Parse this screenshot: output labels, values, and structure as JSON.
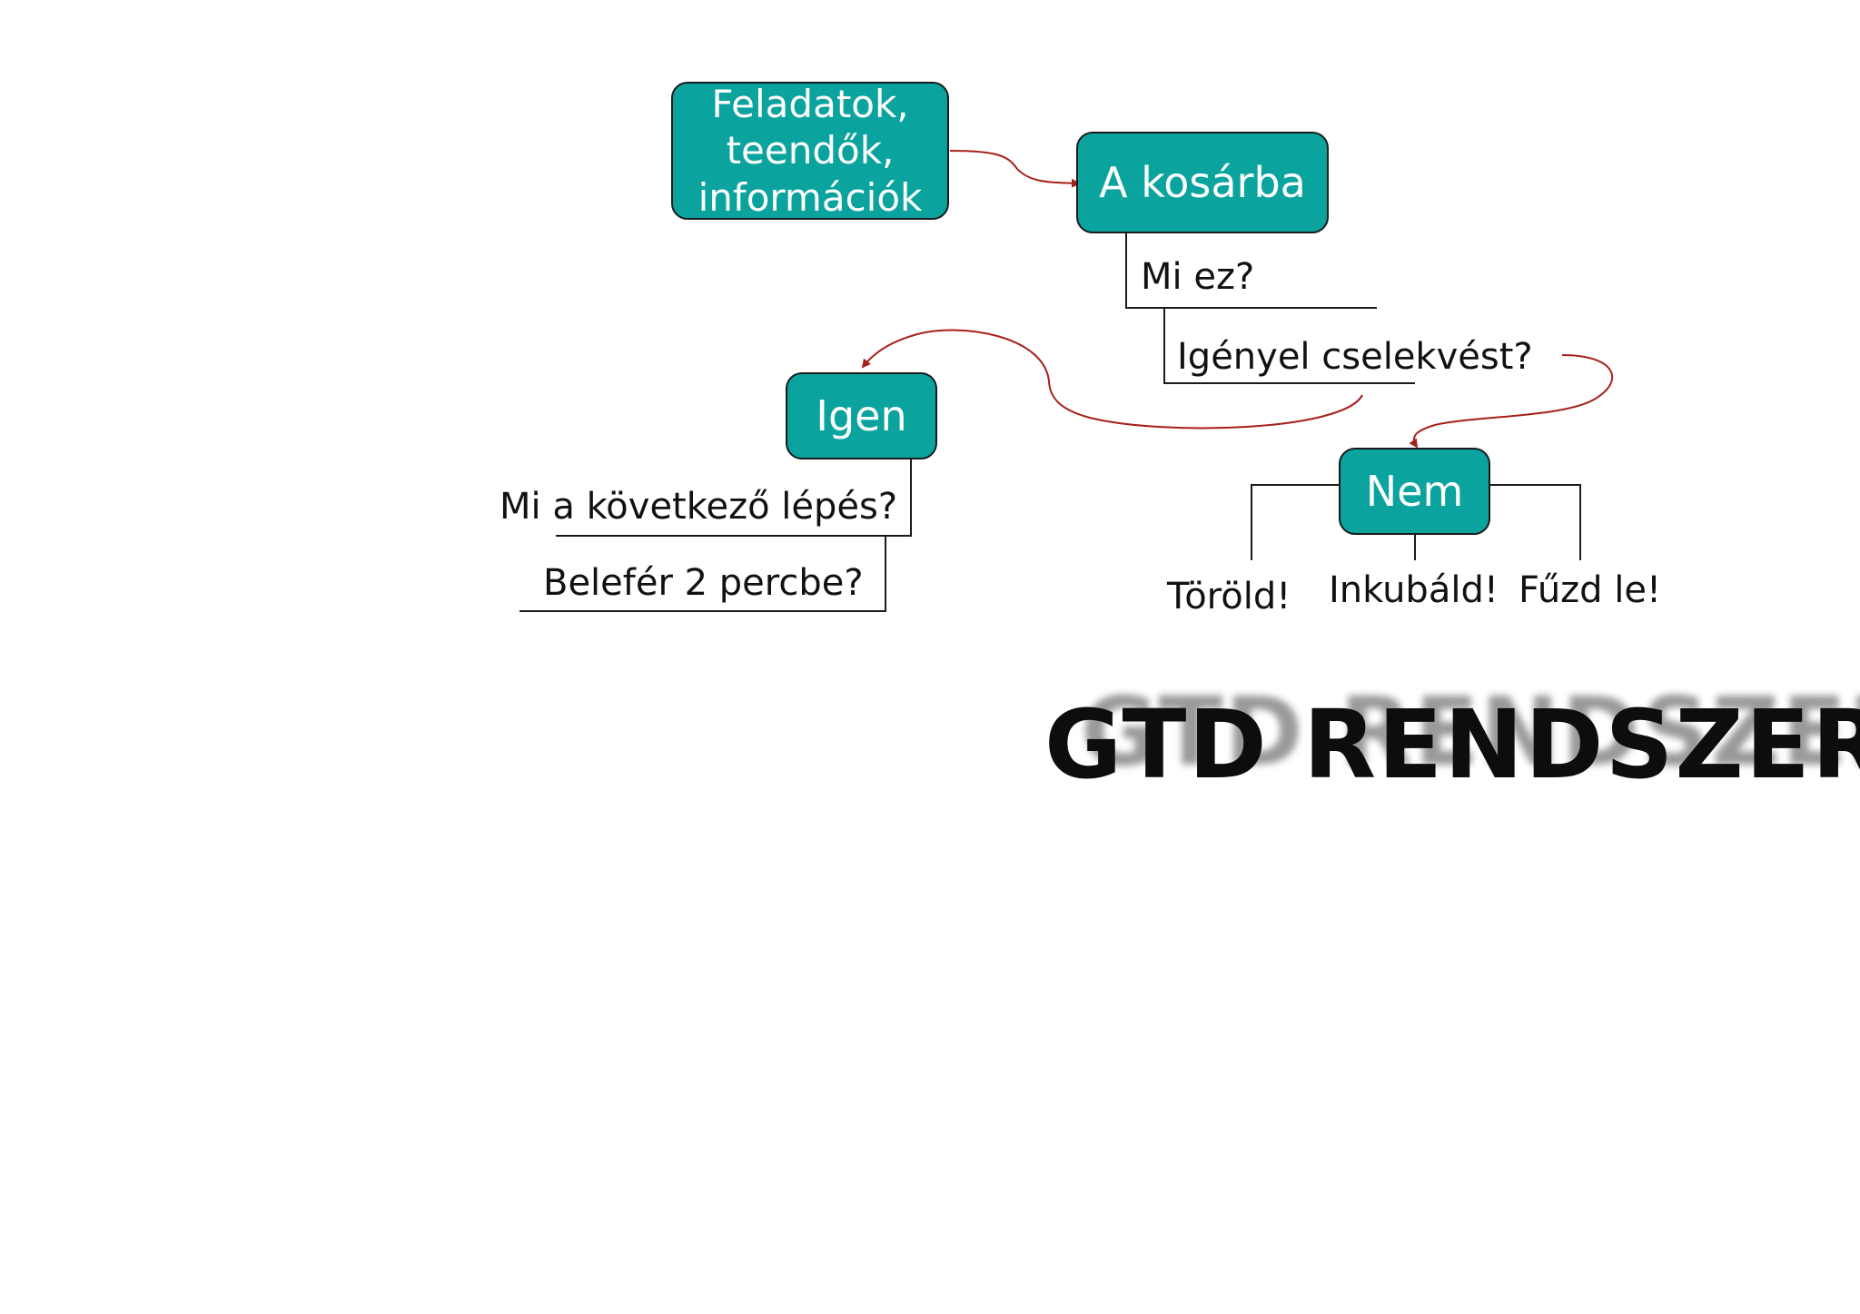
{
  "colors": {
    "box_fill": "#0aa39e",
    "box_border": "#1a1a1a",
    "arrow": "#a8201a",
    "line": "#1a1a1a",
    "text": "#111111",
    "title": "#0d0d0d",
    "title_shadow": "#9a9a9a"
  },
  "nodes": {
    "inputs": "Feladatok,\nteendők,\ninformációk",
    "basket": "A kosárba",
    "yes": "Igen",
    "no": "Nem"
  },
  "labels": {
    "what_is_it": "Mi ez?",
    "needs_action": "Igényel cselekvést?",
    "next_step": "Mi a következő lépés?",
    "two_minutes": "Belefér 2 percbe?",
    "delete": "Töröld!",
    "incubate": "Inkubáld!",
    "file_it": "Fűzd le!"
  },
  "title": "GTD RENDSZER"
}
